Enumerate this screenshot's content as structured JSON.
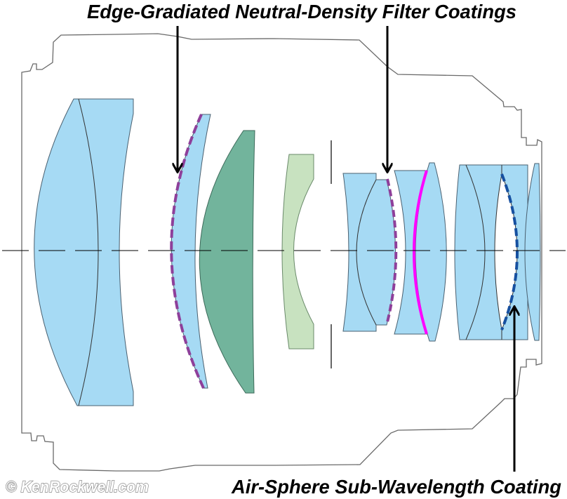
{
  "labels": {
    "top": "Edge-Gradiated Neutral-Density Filter Coatings",
    "bottom": "Air-Sphere Sub-Wavelength Coating"
  },
  "watermark": "© KenRockwell.com",
  "colors": {
    "glass_blue": "#a6daf4",
    "glass_dark_green": "#72b49c",
    "glass_light_green": "#c8e2c0",
    "nd_coating": "#8e3f9a",
    "cemented_highlight": "#ff00ff",
    "sub_wavelength_coating": "#1650a0"
  }
}
